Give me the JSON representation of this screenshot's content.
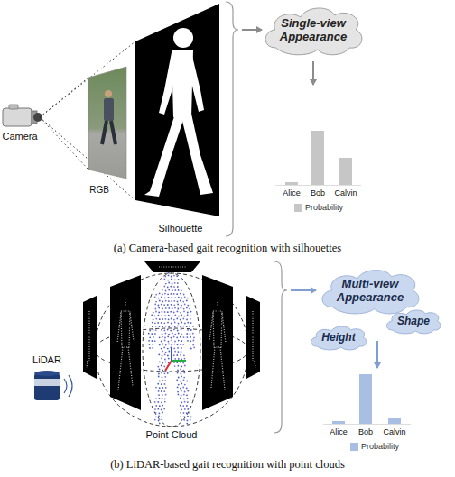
{
  "diagram": {
    "nodes": [
      {
        "text": [
          "Single-view Appearance"
        ]
      },
      {
        "text": [
          "Multi-view Appearance"
        ]
      },
      {
        "text": [
          "Shape"
        ]
      },
      {
        "text": [
          "Height"
        ]
      }
    ],
    "labels": [
      "Camera",
      "RGB",
      "Silhouette",
      "Alice",
      "Bob",
      "Calvin",
      "(a) Camera-based gait recognition with silhouettes",
      "LiDAR",
      "Point Cloud",
      "Alice",
      "Bob",
      "Calvin",
      "(b) LiDAR-based gait recognition with point clouds"
    ],
    "legend": [
      {
        "text": "Probability",
        "color": "#c6c6c6"
      },
      {
        "text": "Probability",
        "color": "#a8bee2"
      }
    ]
  }
}
